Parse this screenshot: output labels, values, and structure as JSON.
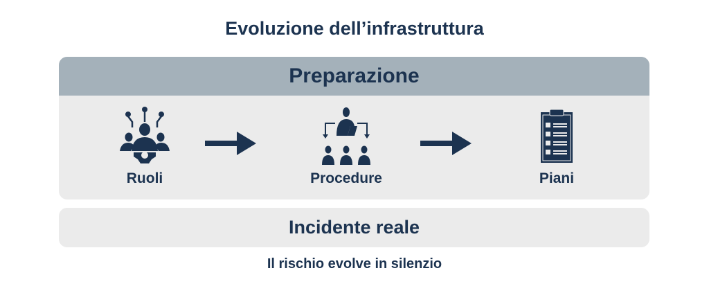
{
  "title": "Evoluzione dell’infrastruttura",
  "preparation": {
    "header": "Preparazione",
    "steps": [
      {
        "label": "Ruoli",
        "icon": "team-gear-icon"
      },
      {
        "label": "Procedure",
        "icon": "presenter-team-icon"
      },
      {
        "label": "Piani",
        "icon": "clipboard-checklist-icon"
      }
    ]
  },
  "incident": "Incidente reale",
  "footer": "Il rischio evolve in silenzio",
  "colors": {
    "primary": "#1c3350",
    "header_bg": "#a4b1ba",
    "panel_bg": "#ebebeb"
  }
}
